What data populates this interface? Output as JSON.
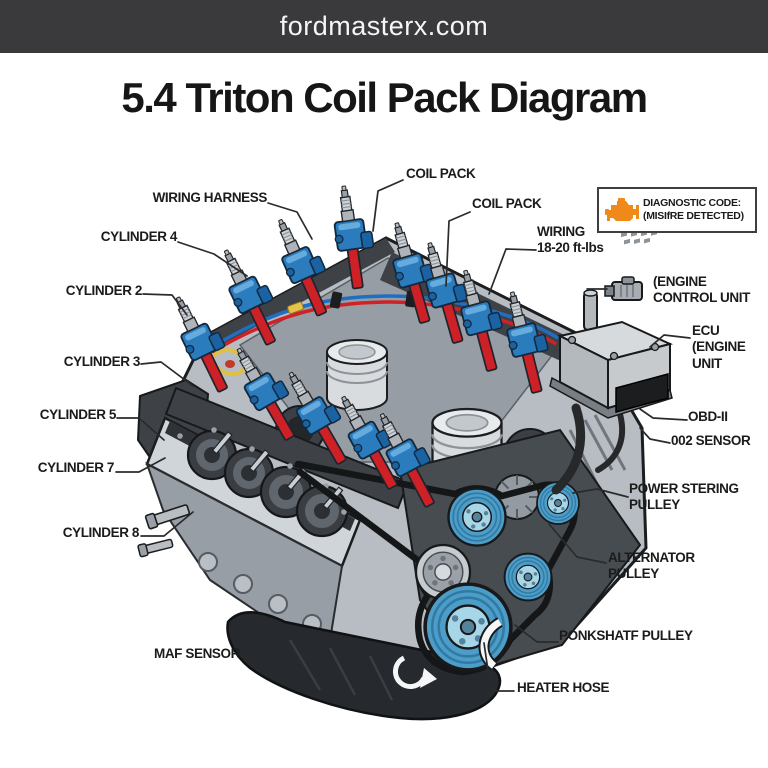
{
  "header": {
    "site": "fordmasterx.com"
  },
  "title": "5.4 Triton Coil Pack Diagram",
  "diagnostic_box": {
    "line1": "DIAGNOSTIC CODE:",
    "line2": "(MISIfRE DETECTED)",
    "icon": "check-engine-icon"
  },
  "labels": {
    "coil_pack_top": "COIL PACK",
    "coil_pack_right": "COIL PACK",
    "wiring_harness": "WIRING HARNESS",
    "cylinder_4": "CYLINDER 4",
    "cylinder_2": "CYLINDER 2",
    "cylinder_3": "CYLINDER 3",
    "cylinder_5": "CYLINDER 5",
    "cylinder_7": "CYLINDER 7",
    "cylinder_8": "CYLINDER 8",
    "maf_sensor": "MAF SENSOR",
    "wiring_torque": "WIRING\n18-20 ft-lbs",
    "engine_control_unit": "(ENGINE\nCONTROL UNIT",
    "ecu": "ECU\n(ENGINE\nUNIT",
    "obd_ii": "OBD-II",
    "o02_sensor": "002 SENSOR",
    "power_steering_pulley": "POWER STERING\nPULLEY",
    "alternator_pulley": "ALTERNATOR\nPULLEY",
    "crankshaft_pulley": "PONKSHATF PULLEY",
    "heater_hose": "HEATER HOSE"
  },
  "colors": {
    "header-bg": "#3a3a3c",
    "title-color": "#161616",
    "label-color": "#1b1b1b",
    "coil-blue": "#2b7cbd",
    "boot-red": "#ce2127",
    "pulley-blue": "#4e9dc8",
    "orange": "#ef8a1a",
    "leader": "#2b2b2b"
  }
}
